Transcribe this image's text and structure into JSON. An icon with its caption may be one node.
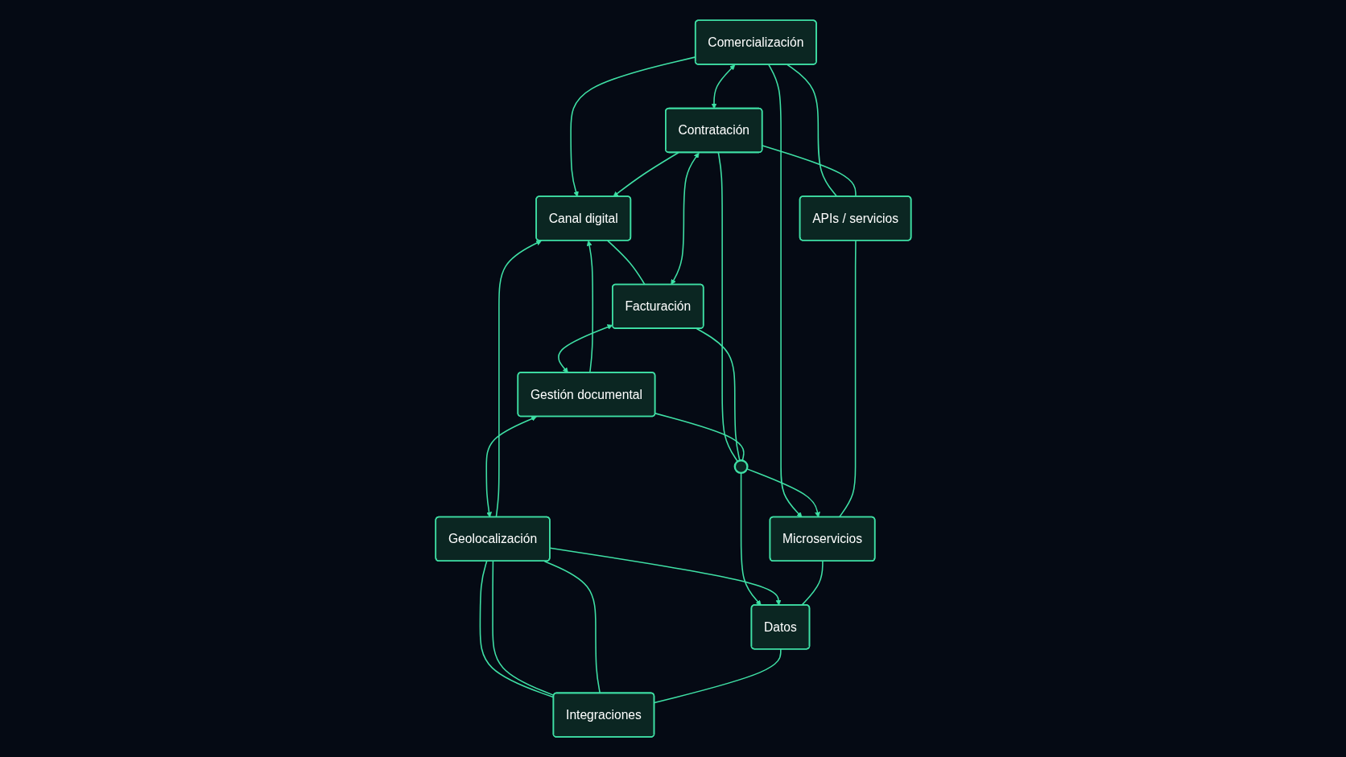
{
  "diagram": {
    "nodes": [
      {
        "text": [
          "Canal digital"
        ]
      },
      {
        "text": [
          "Comercialización"
        ]
      },
      {
        "text": [
          "Contratación"
        ]
      },
      {
        "text": [
          "Facturación"
        ]
      },
      {
        "text": [
          "Gestión documental"
        ]
      },
      {
        "text": [
          "Geolocalización"
        ]
      },
      {
        "text": [],
        "shape": "circle"
      },
      {
        "text": [
          "APIs / servicios"
        ]
      },
      {
        "text": [
          "Microservicios"
        ]
      },
      {
        "text": [
          "Datos"
        ]
      },
      {
        "text": [
          "Integraciones"
        ]
      }
    ],
    "edges": [
      {
        "from": 1,
        "to": 0,
        "arrow": "to"
      },
      {
        "from": 2,
        "to": 0,
        "arrow": "to"
      },
      {
        "from": 0,
        "to": 3,
        "arrow": "none"
      },
      {
        "from": 4,
        "to": 0,
        "arrow": "to"
      },
      {
        "from": 5,
        "to": 0,
        "arrow": "to"
      },
      {
        "from": 1,
        "to": 2,
        "arrow": "both"
      },
      {
        "from": 2,
        "to": 3,
        "arrow": "both"
      },
      {
        "from": 3,
        "to": 4,
        "arrow": "both"
      },
      {
        "from": 4,
        "to": 5,
        "arrow": "both"
      },
      {
        "from": 1,
        "to": 7,
        "arrow": "none"
      },
      {
        "from": 1,
        "to": 8,
        "arrow": "to"
      },
      {
        "from": 2,
        "to": 7,
        "arrow": "none"
      },
      {
        "from": 2,
        "to": 6,
        "arrow": "none"
      },
      {
        "from": 3,
        "to": 6,
        "arrow": "none"
      },
      {
        "from": 4,
        "to": 6,
        "arrow": "none"
      },
      {
        "from": 6,
        "to": 8,
        "arrow": "to"
      },
      {
        "from": 6,
        "to": 9,
        "arrow": "to"
      },
      {
        "from": 5,
        "to": 9,
        "arrow": "to"
      },
      {
        "from": 5,
        "to": 10,
        "arrow": "none"
      },
      {
        "from": 5,
        "to": 10,
        "arrow": "none"
      },
      {
        "from": 5,
        "to": 10,
        "arrow": "none"
      },
      {
        "from": 7,
        "to": 8,
        "arrow": "none"
      },
      {
        "from": 8,
        "to": 9,
        "arrow": "none"
      },
      {
        "from": 9,
        "to": 10,
        "arrow": "none"
      }
    ]
  }
}
